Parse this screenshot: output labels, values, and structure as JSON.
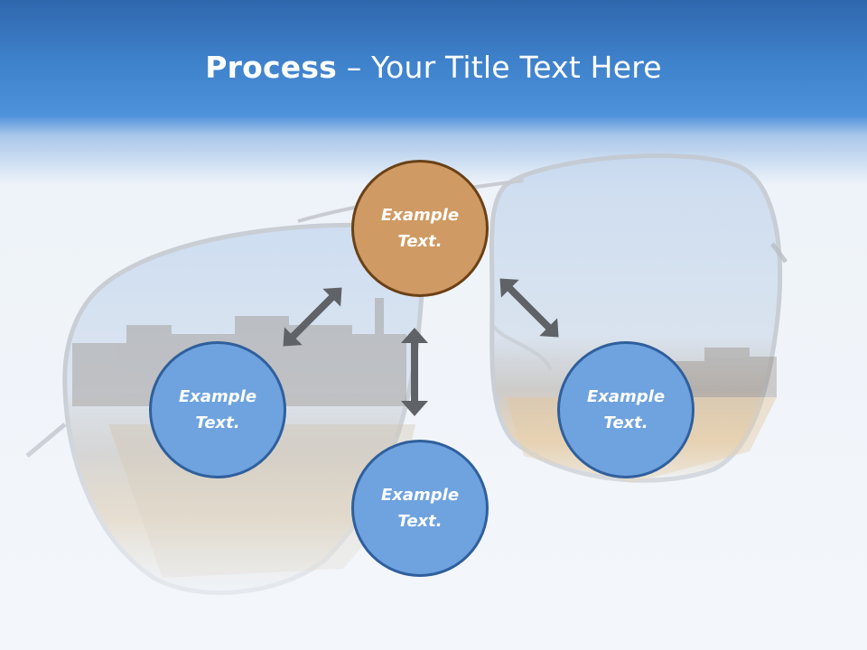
{
  "slide": {
    "title_bold": "Process",
    "title_rest": " – Your Title Text Here"
  },
  "nodes": {
    "top": "Example Text.",
    "left": "Example Text.",
    "right": "Example Text.",
    "bottom": "Example Text."
  },
  "colors": {
    "header_blue": "#3f82cc",
    "circle_blue": "#6fa3df",
    "circle_blue_border": "#2f5f9c",
    "circle_orange": "#cf9a63",
    "circle_orange_border": "#6a4117",
    "arrow_gray": "#5f6266"
  },
  "icons": {
    "arrows": "double-headed-arrow-icon",
    "background": "aviator-sunglasses-illustration"
  }
}
